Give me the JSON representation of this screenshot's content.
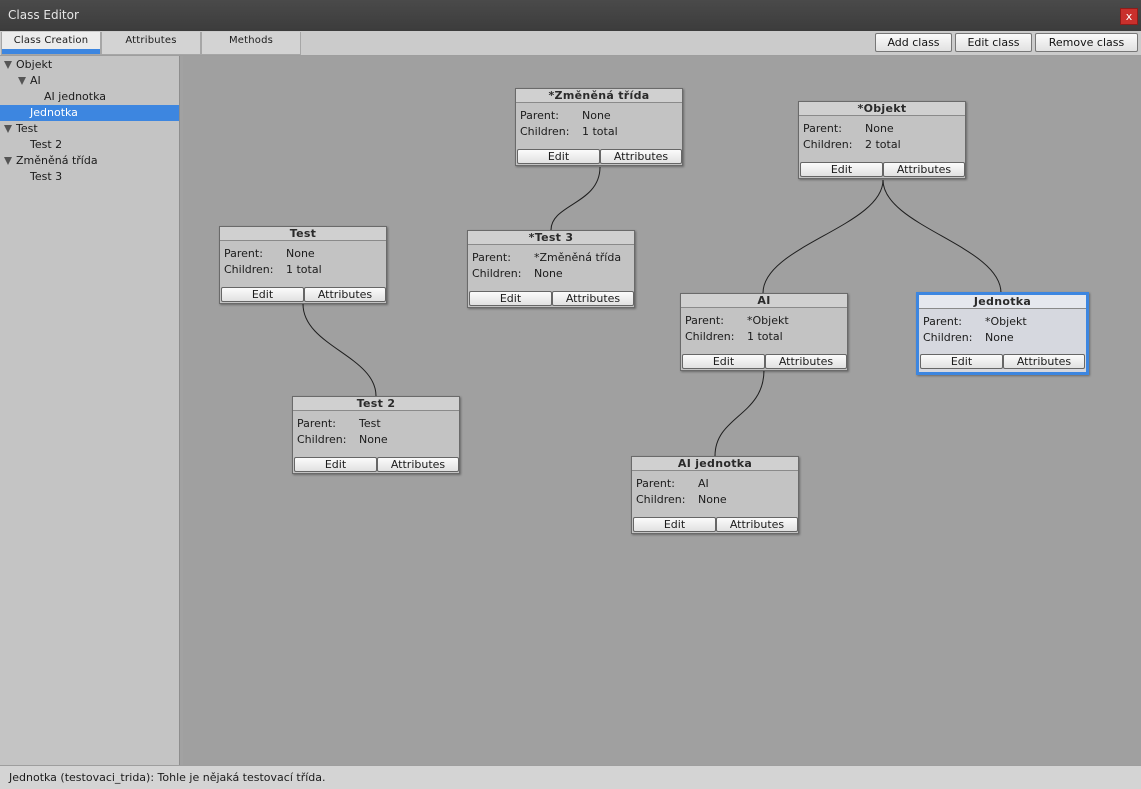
{
  "window": {
    "title": "Class Editor",
    "close_label": "x"
  },
  "tabs": [
    {
      "label": "Class Creation",
      "active": true
    },
    {
      "label": "Attributes",
      "active": false
    },
    {
      "label": "Methods",
      "active": false
    }
  ],
  "toolbar": {
    "add_label": "Add class",
    "edit_label": "Edit class",
    "remove_label": "Remove class"
  },
  "tree": [
    {
      "label": "Objekt",
      "expanded": true,
      "depth": 0
    },
    {
      "label": "AI",
      "expanded": true,
      "depth": 1
    },
    {
      "label": "AI jednotka",
      "depth": 2
    },
    {
      "label": "Jednotka",
      "depth": 1,
      "selected": true
    },
    {
      "label": "Test",
      "expanded": true,
      "depth": 0
    },
    {
      "label": "Test 2",
      "depth": 1
    },
    {
      "label": "Změněná třída",
      "expanded": true,
      "depth": 0
    },
    {
      "label": "Test 3",
      "depth": 1
    }
  ],
  "node_labels": {
    "parent": "Parent:",
    "children": "Children:",
    "edit": "Edit",
    "attributes": "Attributes"
  },
  "nodes": {
    "zmenena": {
      "title": "*Změněná třída",
      "parent": "None",
      "children": "1 total"
    },
    "objekt": {
      "title": "*Objekt",
      "parent": "None",
      "children": "2 total"
    },
    "test": {
      "title": "Test",
      "parent": "None",
      "children": "1 total"
    },
    "test3": {
      "title": "*Test 3",
      "parent": "*Změněná třída",
      "children": "None"
    },
    "ai": {
      "title": "AI",
      "parent": "*Objekt",
      "children": "1 total"
    },
    "jednotka": {
      "title": "Jednotka",
      "parent": "*Objekt",
      "children": "None",
      "selected": true
    },
    "test2": {
      "title": "Test 2",
      "parent": "Test",
      "children": "None"
    },
    "aijednotka": {
      "title": "AI jednotka",
      "parent": "AI",
      "children": "None"
    }
  },
  "status": {
    "text": "Jednotka (testovaci_trida): Tohle je nějaká testovací třída."
  },
  "colors": {
    "accent": "#3d86e0",
    "canvas": "#a0a0a0",
    "close": "#c9302c"
  }
}
